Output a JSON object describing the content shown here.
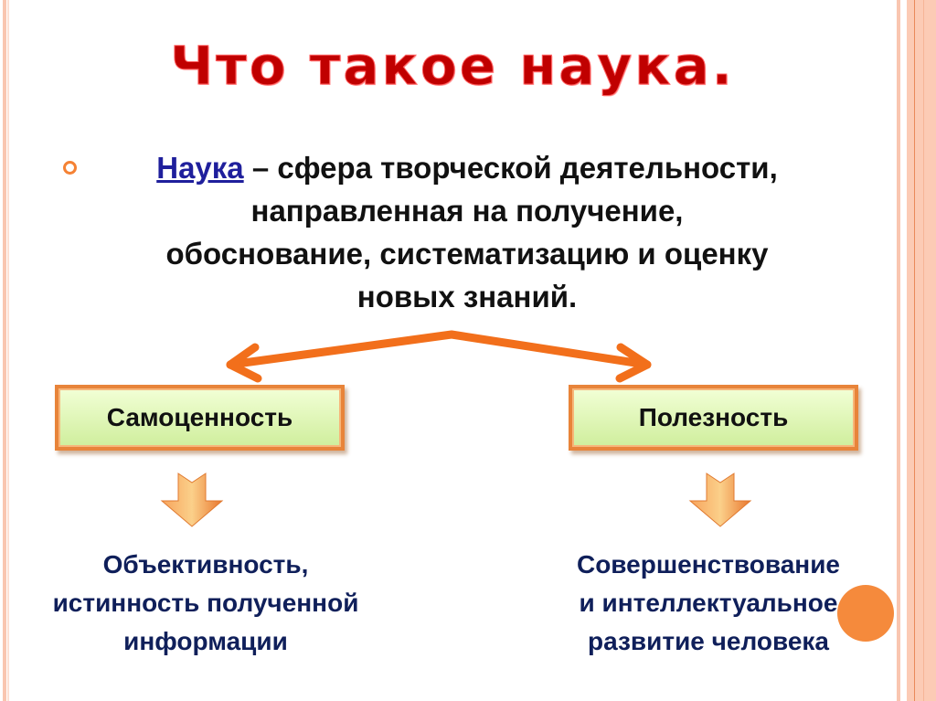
{
  "slide": {
    "title": "Что такое наука.",
    "definition": {
      "term": "Наука",
      "lines": [
        " – сфера творческой деятельности,",
        "направленная на получение,",
        "обоснование, систематизацию и оценку",
        "новых знаний."
      ]
    },
    "branches": [
      {
        "label": "Самоценность",
        "result_lines": [
          "Объективность,",
          "истинность полученной",
          "информации"
        ]
      },
      {
        "label": "Полезность",
        "result_lines": [
          "Совершенствование",
          "и интеллектуальное",
          "развитие человека"
        ]
      }
    ]
  },
  "colors": {
    "title": "#c00000",
    "accent_orange": "#f26f1b",
    "box_fill": "#d9f2a8",
    "box_border": "#e8843a",
    "result_text": "#0f1f5a",
    "term_link": "#1f1f9c",
    "stripe": "#f9c6b0"
  },
  "icons": [
    "bullet-ring-icon",
    "double-arrow-icon",
    "down-arrow-icon",
    "decorative-dot-icon"
  ]
}
